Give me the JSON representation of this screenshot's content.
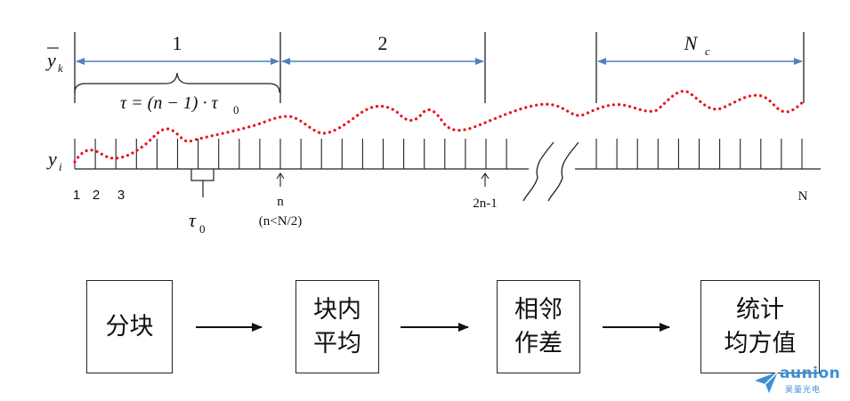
{
  "labels": {
    "ybar": "y",
    "ybar_sub": "k",
    "yi": "y",
    "yi_sub": "i",
    "block1": "1",
    "block2": "2",
    "blockN": "N",
    "blockN_sub": "c",
    "tau_eq": "τ = (n − 1) · τ",
    "tau_eq_sub": "0",
    "tau0": "τ",
    "tau0_sub": "0",
    "idx1": "1",
    "idx2": "2",
    "idx3": "3",
    "n": "n",
    "n_cond": "(n<N/2)",
    "twon1": "2n-1",
    "N": "N"
  },
  "flow": {
    "step1": "分块",
    "step2_l1": "块内",
    "step2_l2": "平均",
    "step3_l1": "相邻",
    "step3_l2": "作差",
    "step4_l1": "统计",
    "step4_l2": "均方值"
  },
  "logo": {
    "word": "aunion",
    "sub": "昊量光电"
  },
  "colors": {
    "arrow_blue": "#4f81bd",
    "signal_red": "#e8141b",
    "line": "#222222",
    "logo_blue": "#3c8fd6"
  }
}
